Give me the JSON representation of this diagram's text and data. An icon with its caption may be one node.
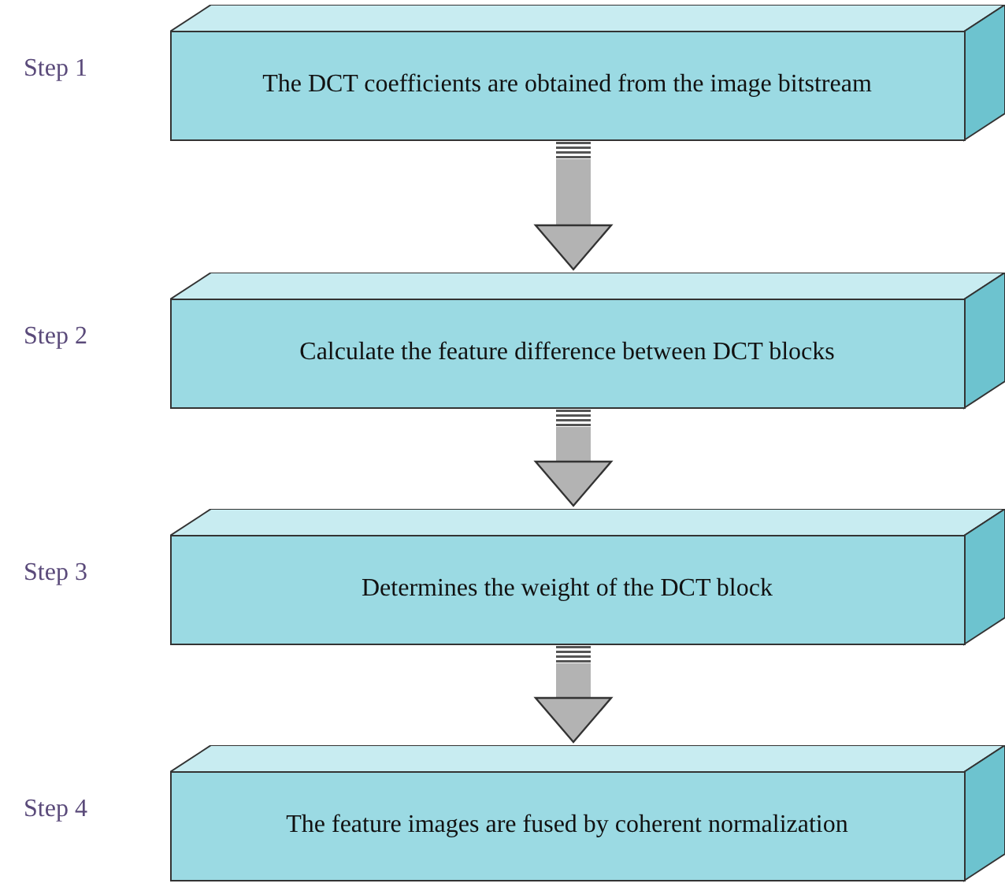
{
  "diagram": {
    "nodes": [
      {
        "text": [
          "The DCT coefficients are obtained from the image bitstream"
        ],
        "beside": [
          "Step 1"
        ]
      },
      {
        "text": [
          "Calculate the feature difference between DCT blocks"
        ],
        "beside": [
          "Step 2"
        ]
      },
      {
        "text": [
          "Determines the weight of the DCT block"
        ],
        "beside": [
          "Step 3"
        ]
      },
      {
        "text": [
          "The feature images are fused by coherent normalization"
        ],
        "beside": [
          "Step 4"
        ]
      }
    ],
    "edges": [
      {
        "from": 0,
        "to": 1,
        "arrow": "to"
      },
      {
        "from": 1,
        "to": 2,
        "arrow": "to"
      },
      {
        "from": 2,
        "to": 3,
        "arrow": "to"
      }
    ]
  }
}
